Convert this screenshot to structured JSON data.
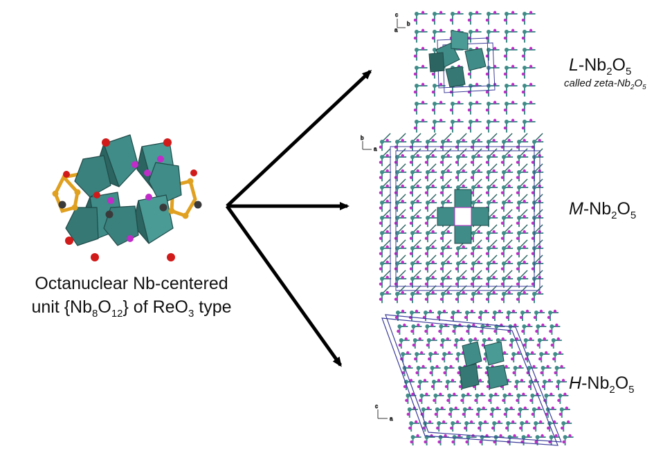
{
  "left_unit": {
    "caption_line1": "Octanuclear Nb-centered",
    "cap2_a": "unit {Nb",
    "cap2_b": "8",
    "cap2_c": "O",
    "cap2_d": "12",
    "cap2_e": "} of ReO",
    "cap2_f": "3",
    "cap2_g": " type"
  },
  "polymorphs": [
    {
      "prefix": "L",
      "name": "-Nb",
      "sub1": "2",
      "mid": "O",
      "sub2": "5",
      "note_a": "called zeta-Nb",
      "note_b": "2",
      "note_c": "O",
      "note_d": "5",
      "axes": [
        "c",
        "b",
        "a"
      ]
    },
    {
      "prefix": "M",
      "name": "-Nb",
      "sub1": "2",
      "mid": "O",
      "sub2": "5",
      "axes": [
        "b",
        "a"
      ]
    },
    {
      "prefix": "H",
      "name": "-Nb",
      "sub1": "2",
      "mid": "O",
      "sub2": "5",
      "axes": [
        "c",
        "a"
      ]
    }
  ],
  "colors": {
    "octahedron": "#3f8c88",
    "octahedron_dark": "#2b6461",
    "oxygen": "#c02cc8",
    "red_atom": "#d11a1a",
    "grey_atom": "#3a3a3a",
    "gold_bond": "#e0a020",
    "cell": "#3a3a9a",
    "arrow": "#000000"
  }
}
